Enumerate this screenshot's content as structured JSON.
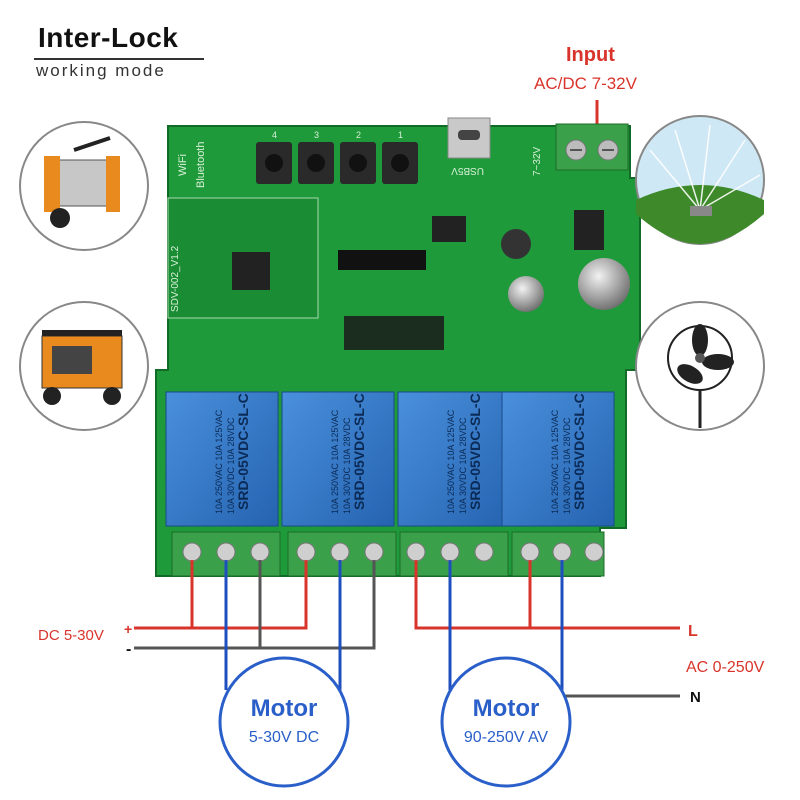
{
  "header": {
    "title": "Inter-Lock",
    "subtitle": "working mode"
  },
  "power_input": {
    "title": "Input",
    "range": "AC/DC 7-32V"
  },
  "board": {
    "wireless_label_1": "WiFi",
    "wireless_label_2": "Bluetooth",
    "module_label": "SDV-002_V1.2",
    "usb_label": "USB5V",
    "voltage_label": "7~32V",
    "button_numbers": [
      "4",
      "3",
      "2",
      "1"
    ],
    "relays": [
      {
        "model": "SRD-05VDC-SL-C",
        "line1": "10A 250VAC  10A 125VAC",
        "line2": "10A 30VDC   10A 28VDC"
      },
      {
        "model": "SRD-05VDC-SL-C",
        "line1": "10A 250VAC  10A 125VAC",
        "line2": "10A 30VDC   10A 28VDC"
      },
      {
        "model": "SRD-05VDC-SL-C",
        "line1": "10A 250VAC  10A 125VAC",
        "line2": "10A 30VDC   10A 28VDC"
      },
      {
        "model": "SRD-05VDC-SL-C",
        "line1": "10A 250VAC  10A 125VAC",
        "line2": "10A 30VDC   10A 28VDC"
      }
    ]
  },
  "wiring": {
    "dc_label": "DC 5-30V",
    "plus": "+",
    "minus": "-",
    "live": "L",
    "neutral": "N",
    "ac_label": "AC 0-250V"
  },
  "motors": [
    {
      "title": "Motor",
      "spec": "5-30V DC"
    },
    {
      "title": "Motor",
      "spec": "90-250V AV"
    }
  ],
  "appliances": [
    "pressure-washer",
    "generator",
    "sprinkler",
    "fan"
  ],
  "colors": {
    "pcb": "#1f9a3a",
    "relay": "#2f78c8",
    "wire_red": "#d9342b",
    "wire_blue": "#1f4fbf",
    "wire_gray": "#555555",
    "motor_ring": "#2a5fc9"
  }
}
